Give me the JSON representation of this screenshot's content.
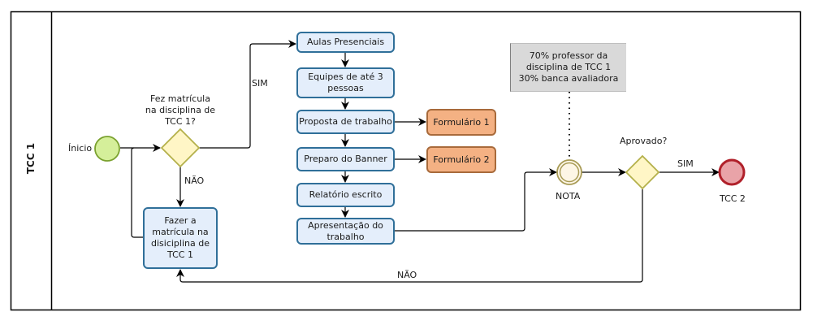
{
  "diagram": {
    "type": "bpmn-process",
    "lane": {
      "label": "TCC 1"
    },
    "start_event": {
      "label": "Ínicio",
      "color": "#d5ef9a",
      "stroke": "#7aa12f"
    },
    "gateway_enrolled": {
      "label_line1": "Fez matrícula",
      "label_line2": "na disciplina de",
      "label_line3": "TCC 1?",
      "color": "#fff6c6",
      "stroke": "#b4b04a"
    },
    "flow_labels": {
      "yes_enrolled": "SIM",
      "no_enrolled": "NÃO",
      "yes_approved": "SIM",
      "no_approved": "NÃO"
    },
    "task_enroll": {
      "line1": "Fazer a",
      "line2": "matrícula na",
      "line3": "disiciplina de",
      "line4": "TCC 1"
    },
    "tasks": [
      {
        "line1": "Aulas Presenciais",
        "line2": ""
      },
      {
        "line1": "Equipes de até 3",
        "line2": "pessoas"
      },
      {
        "line1": "Proposta de trabalho",
        "line2": ""
      },
      {
        "line1": "Preparo do Banner",
        "line2": ""
      },
      {
        "line1": "Relatório escrito",
        "line2": ""
      },
      {
        "line1": "Apresentação do",
        "line2": "trabalho"
      }
    ],
    "forms": [
      {
        "label": "Formulário 1"
      },
      {
        "label": "Formulário 2"
      }
    ],
    "annotation": {
      "line1": "70% professor  da",
      "line2": "disciplina de TCC 1",
      "line3": "30% banca avaliadora"
    },
    "intermediate_event": {
      "label": "NOTA",
      "color": "#fdf6e6",
      "stroke": "#a89b55"
    },
    "gateway_approved": {
      "label": "Aprovado?",
      "color": "#fff6c6",
      "stroke": "#b4b04a"
    },
    "end_event": {
      "label": "TCC 2",
      "color": "#e9a3a8",
      "stroke": "#b0202a"
    },
    "colors": {
      "task_fill": "#e4eefb",
      "task_stroke": "#2f6f99",
      "form_fill": "#f4b183",
      "form_stroke": "#a86a3b",
      "annotation_fill": "#d9d9d9",
      "line": "#000000"
    }
  }
}
